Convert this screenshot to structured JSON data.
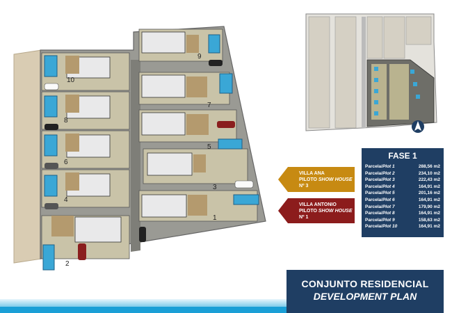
{
  "plots": [
    {
      "number": "1"
    },
    {
      "number": "2"
    },
    {
      "number": "3"
    },
    {
      "number": "4"
    },
    {
      "number": "5"
    },
    {
      "number": "6"
    },
    {
      "number": "7"
    },
    {
      "number": "8"
    },
    {
      "number": "9"
    },
    {
      "number": "10"
    }
  ],
  "callouts": {
    "villa_ana": {
      "line1": "VILLA ANA",
      "line2a": "PILOTO ",
      "line2b": "SHOW HOUSE",
      "line3": "Nº 3"
    },
    "villa_antonio": {
      "line1": "VILLA ANTONIO",
      "line2a": "PILOTO ",
      "line2b": "SHOW HOUSE",
      "line3": "Nº 1"
    }
  },
  "phase": {
    "title": "FASE 1",
    "rows": [
      {
        "label": "Parcela/",
        "label_it": "Plot 1",
        "area": "288,56 m2"
      },
      {
        "label": "Parcela/",
        "label_it": "Plot 2",
        "area": "234,10 m2"
      },
      {
        "label": "Parcela/",
        "label_it": "Plot 3",
        "area": "222,43 m2"
      },
      {
        "label": "Parcela/",
        "label_it": "Plot 4",
        "area": "164,91 m2"
      },
      {
        "label": "Parcela/",
        "label_it": "Plot 5",
        "area": "201,16 m2"
      },
      {
        "label": "Parcela/",
        "label_it": "Plot 6",
        "area": "164,91 m2"
      },
      {
        "label": "Parcela/",
        "label_it": "Plot 7",
        "area": "179,90 m2"
      },
      {
        "label": "Parcela/",
        "label_it": "Plot 8",
        "area": "164,91 m2"
      },
      {
        "label": "Parcela/",
        "label_it": "Plot 9",
        "area": "158,63 m2"
      },
      {
        "label": "Parcela/",
        "label_it": "Plot 10",
        "area": "164,91 m2"
      }
    ]
  },
  "banner": {
    "line1": "CONJUNTO RESIDENCIAL",
    "line2": "DEVELOPMENT PLAN"
  },
  "colors": {
    "navy": "#1f3e63",
    "gold": "#c78a12",
    "maroon": "#8c1c1c",
    "cyan": "#1a9fd6",
    "pool": "#3aa7d6"
  }
}
